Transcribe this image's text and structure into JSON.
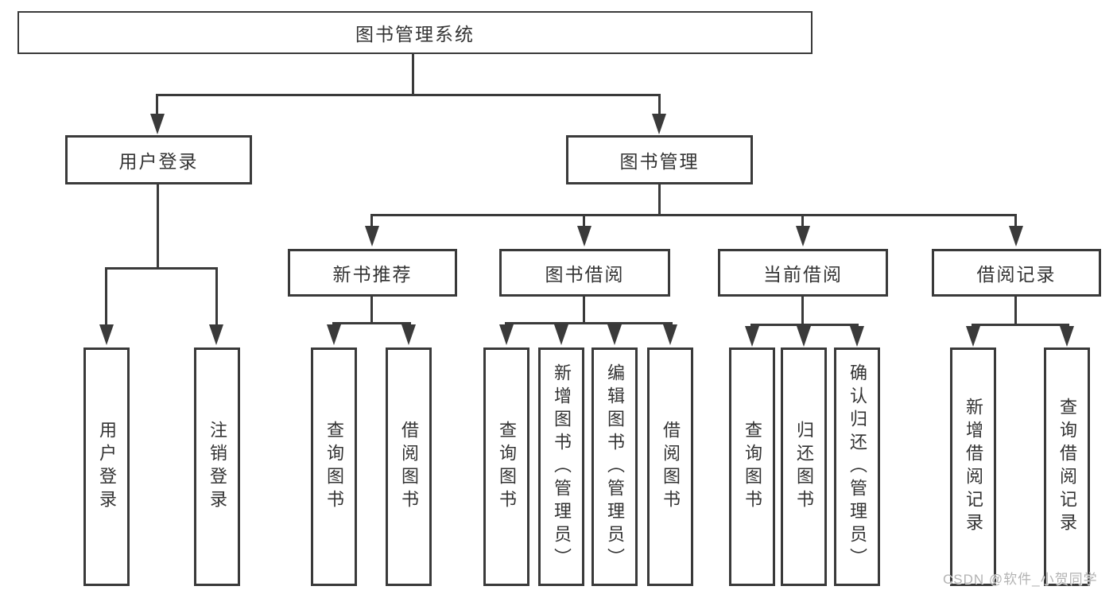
{
  "nodes": {
    "root": "图书管理系统",
    "user_login": "用户登录",
    "book_mgmt": "图书管理",
    "new_book_rec": "新书推荐",
    "book_borrow": "图书借阅",
    "current_borrow": "当前借阅",
    "borrow_records": "借阅记录",
    "v_user_login": "用户登录",
    "v_logout": "注销登录",
    "v_query_books_1": "查询图书",
    "v_borrow_books_1": "借阅图书",
    "v_query_books_2": "查询图书",
    "v_add_book": "新增图书（管理员）",
    "v_edit_book": "编辑图书（管理员）",
    "v_borrow_books_2": "借阅图书",
    "v_query_books_3": "查询图书",
    "v_return_book": "归还图书",
    "v_confirm_return": "确认归还（管理员）",
    "v_add_borrow_record": "新增借阅记录",
    "v_query_borrow_record": "查询借阅记录"
  },
  "hierarchy": {
    "图书管理系统": {
      "用户登录": [
        "用户登录",
        "注销登录"
      ],
      "图书管理": {
        "新书推荐": [
          "查询图书",
          "借阅图书"
        ],
        "图书借阅": [
          "查询图书",
          "新增图书（管理员）",
          "编辑图书（管理员）",
          "借阅图书"
        ],
        "当前借阅": [
          "查询图书",
          "归还图书",
          "确认归还（管理员）"
        ],
        "借阅记录": [
          "新增借阅记录",
          "查询借阅记录"
        ]
      }
    }
  },
  "watermark": {
    "text": "CSDN @软件_小贺同学"
  },
  "colors": {
    "line": "#3a3a3a",
    "text": "#333333",
    "box_background": "#ffffff",
    "page_background": "#ffffff",
    "watermark": "#b3b3b3"
  }
}
